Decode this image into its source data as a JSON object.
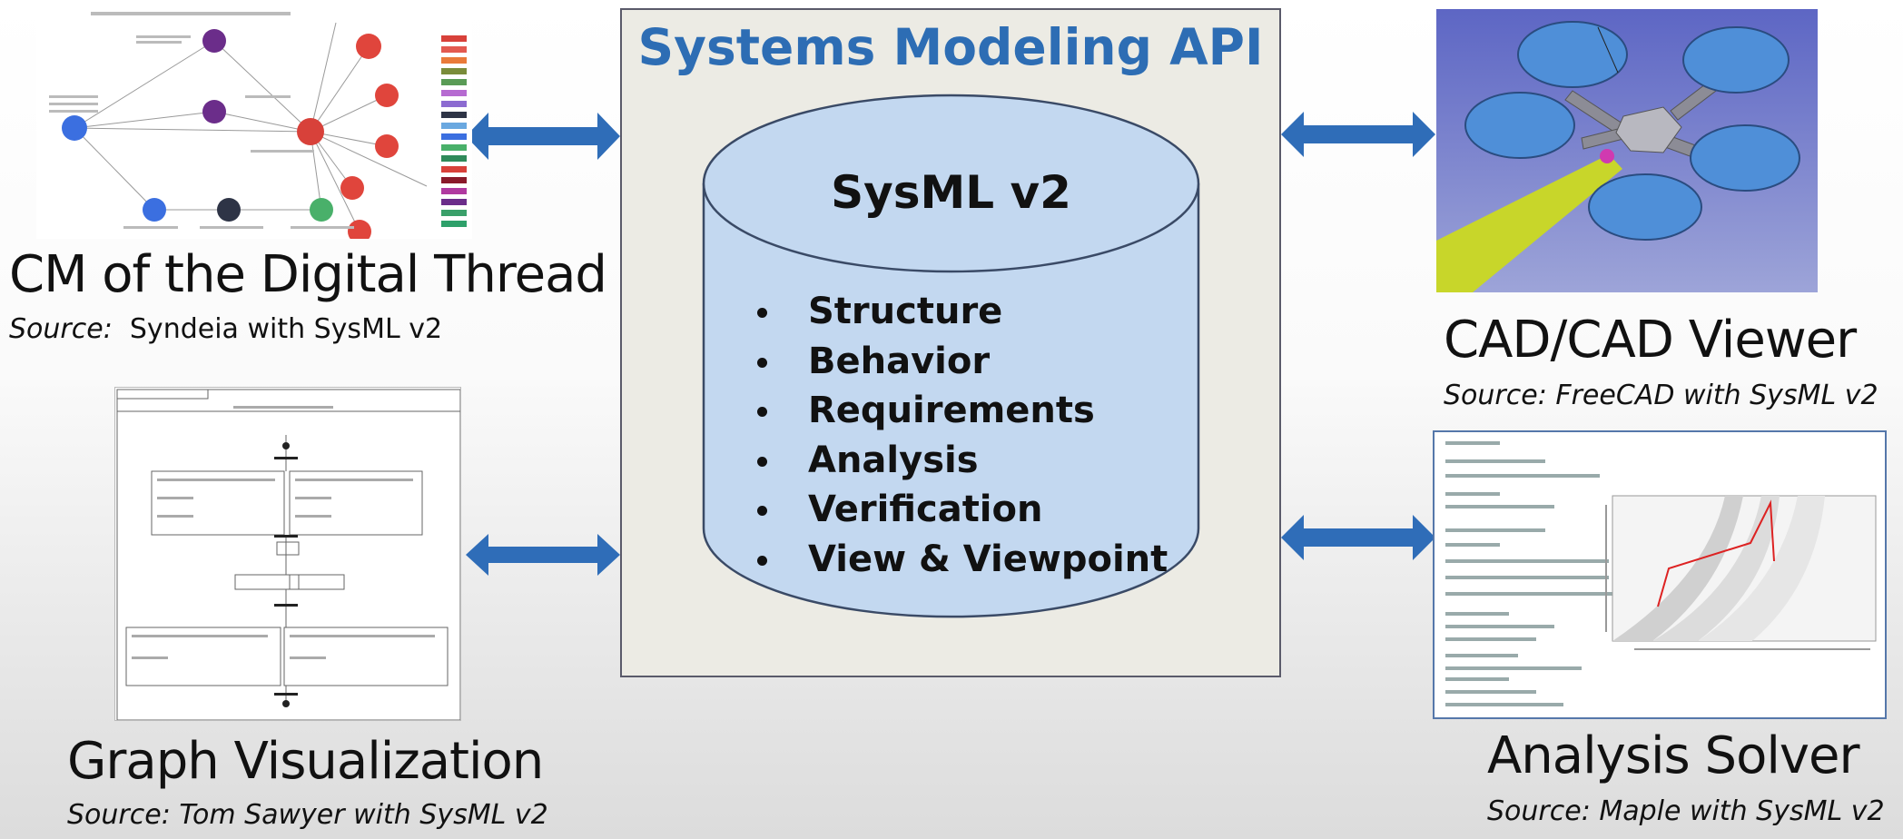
{
  "center": {
    "title": "Systems Modeling API",
    "database_label": "SysML v2",
    "features": [
      "Structure",
      "Behavior",
      "Requirements",
      "Analysis",
      "Verification",
      "View & Viewpoint"
    ]
  },
  "panels": {
    "top_left": {
      "title": "CM of the Digital Thread",
      "source_prefix": "Source:",
      "source_text": "Syndeia with SysML v2",
      "thumbnail": "graph-network-diagram"
    },
    "bottom_left": {
      "title": "Graph Visualization",
      "source_text": "Source: Tom Sawyer with SysML v2",
      "thumbnail": "activity-diagram"
    },
    "top_right": {
      "title": "CAD/CAD Viewer",
      "source_text": "Source: FreeCAD with SysML v2",
      "thumbnail": "quadcopter-cad-model"
    },
    "bottom_right": {
      "title": "Analysis Solver",
      "source_text": "Source: Maple with SysML v2",
      "thumbnail": "maple-worksheet-with-plot"
    }
  },
  "colors": {
    "accent": "#2d6db4",
    "arrow": "#2f6db8",
    "cylinder_fill": "#c3d8f0",
    "cylinder_stroke": "#3a4a66",
    "panel_bg": "#ecebe4",
    "cad_bg": "#6a74c8"
  }
}
